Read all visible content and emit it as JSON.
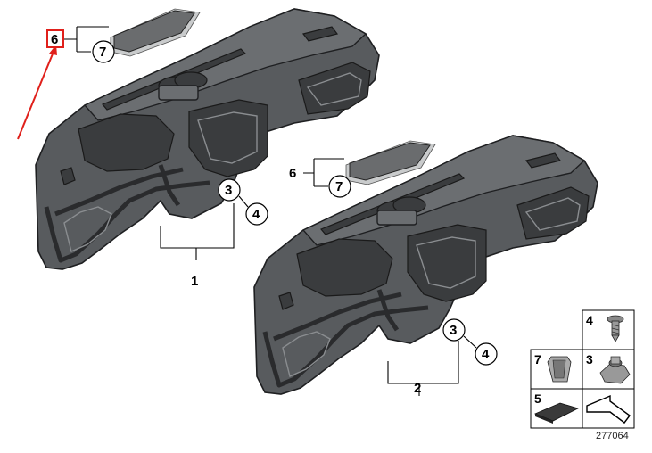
{
  "labels": {
    "part_1": "1",
    "part_2": "2",
    "part_3a": "3",
    "part_4a": "4",
    "part_3b": "3",
    "part_4b": "4",
    "part_6a": "6",
    "part_7a": "7",
    "part_6b": "6",
    "part_7b": "7"
  },
  "legend": {
    "cell_4": "4",
    "cell_7": "7",
    "cell_3": "3",
    "cell_5": "5"
  },
  "diagram_number": "277064",
  "colors": {
    "highlight": "#e0201b",
    "dash": "#585b5e",
    "outline": "#1e1f21"
  }
}
